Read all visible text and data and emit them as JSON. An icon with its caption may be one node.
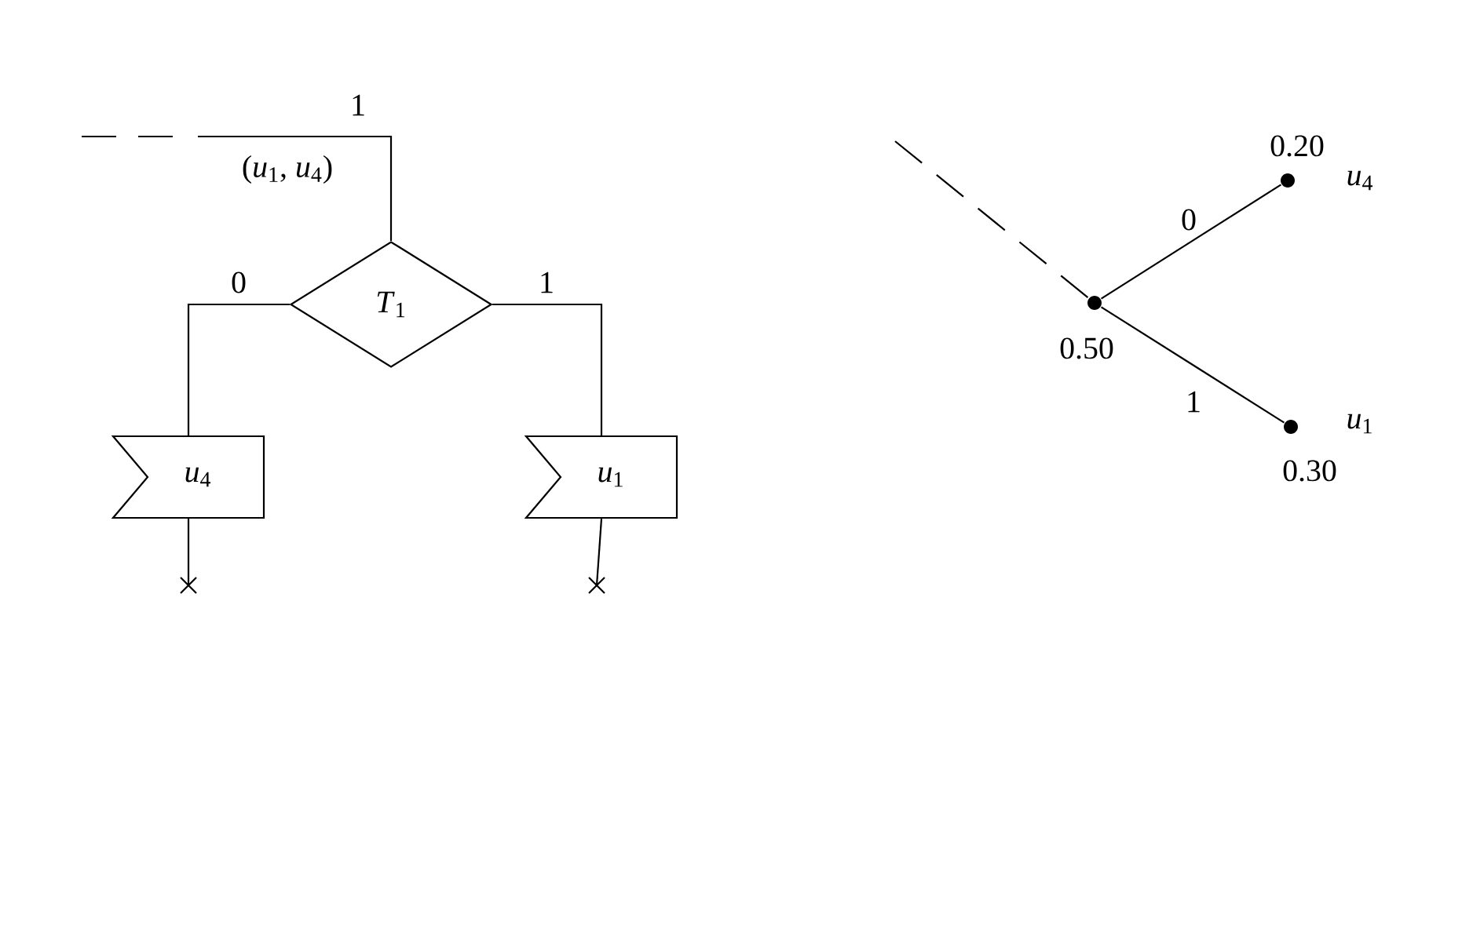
{
  "diagram": {
    "nodes": [
      {
        "text": [
          "*T*$_{1}$"
        ]
      },
      {
        "text": [
          "*u*$_{4}$"
        ]
      },
      {
        "text": [
          "*u*$_{1}$"
        ]
      },
      {
        "text": [],
        "shape": "cross"
      },
      {
        "text": [],
        "shape": "cross"
      },
      {
        "text": [],
        "shape": "circle",
        "beside": [
          "0.50"
        ]
      },
      {
        "text": [],
        "shape": "circle",
        "beside": [
          "0.20",
          "*u*$_{4}$"
        ]
      },
      {
        "text": [],
        "shape": "circle",
        "beside": [
          "*u*$_{1}$",
          "0.30"
        ]
      }
    ],
    "edges": [
      {
        "from": null,
        "to": 0,
        "arrow": "none",
        "label": "1",
        "style": "dashed"
      },
      {
        "from": 0,
        "to": 1,
        "arrow": "none",
        "label": "0"
      },
      {
        "from": 0,
        "to": 2,
        "arrow": "none",
        "label": "1"
      },
      {
        "from": 1,
        "to": 3,
        "arrow": "none"
      },
      {
        "from": 2,
        "to": 4,
        "arrow": "none"
      },
      {
        "from": null,
        "to": 5,
        "arrow": "none",
        "style": "dashed"
      },
      {
        "from": 5,
        "to": 6,
        "arrow": "none",
        "label": "0"
      },
      {
        "from": 5,
        "to": 7,
        "arrow": "none",
        "label": "1"
      }
    ],
    "labels": [
      "(*u*$_{1}$, *u*$_{4}$)"
    ]
  }
}
